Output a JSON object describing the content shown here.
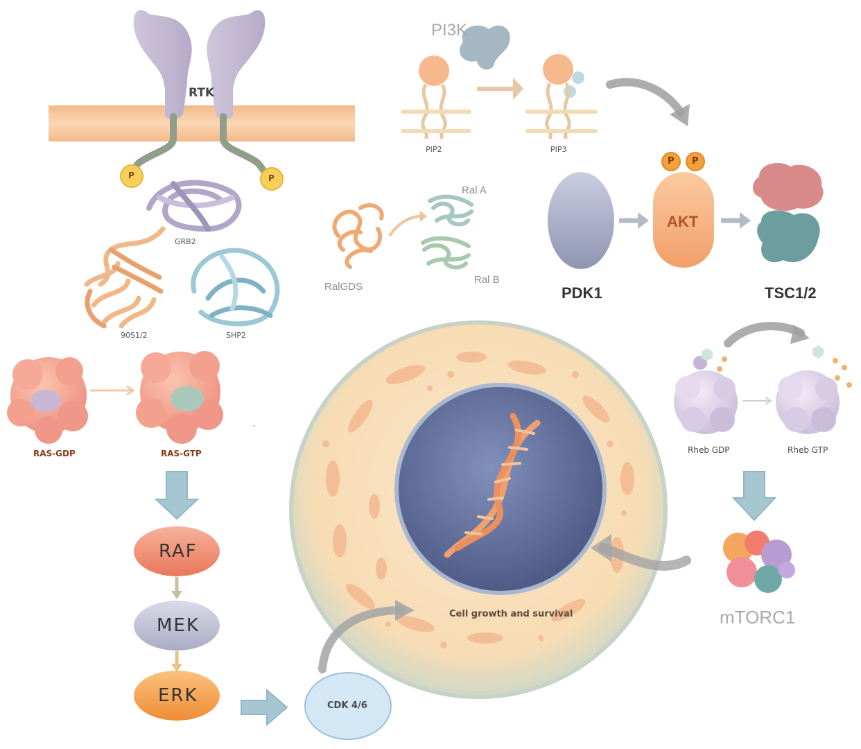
{
  "labels": {
    "rtk": "RTK",
    "phospho": "P",
    "grb2": "GRB2",
    "sos": "90S1/2",
    "shp2": "SHP2",
    "ras_gdp": "RAS-GDP",
    "ras_gtp": "RAS-GTP",
    "raf": "RAF",
    "mek": "MEK",
    "erk": "ERK",
    "cdk": "CDK 4/6",
    "pi3k": "PI3K",
    "pip2": "PIP2",
    "pip3": "PIP3",
    "ralgds": "RalGDS",
    "ral_a": "Ral A",
    "ral_b": "Ral B",
    "pdk1": "PDK1",
    "akt": "AKT",
    "tsc": "TSC1/2",
    "rheb_gdp": "Rheb GDP",
    "rheb_gtp": "Rheb GTP",
    "mtorc1": "mTORC1",
    "cell_growth": "Cell growth and survival",
    "tick": "`"
  },
  "colors": {
    "membrane": "#f6c79a",
    "raf": "#f08f73",
    "mek": "#c3c3d6",
    "erk": "#f5a24e",
    "cdk": "#cfe3f3",
    "akt": "#f7b585",
    "pdk1": "#a9afc6",
    "nucleus": "#5f6d99",
    "dna": "#f0a070",
    "arrow_blue": "#8fb7c4",
    "arrow_gray": "#9a9a9a"
  }
}
